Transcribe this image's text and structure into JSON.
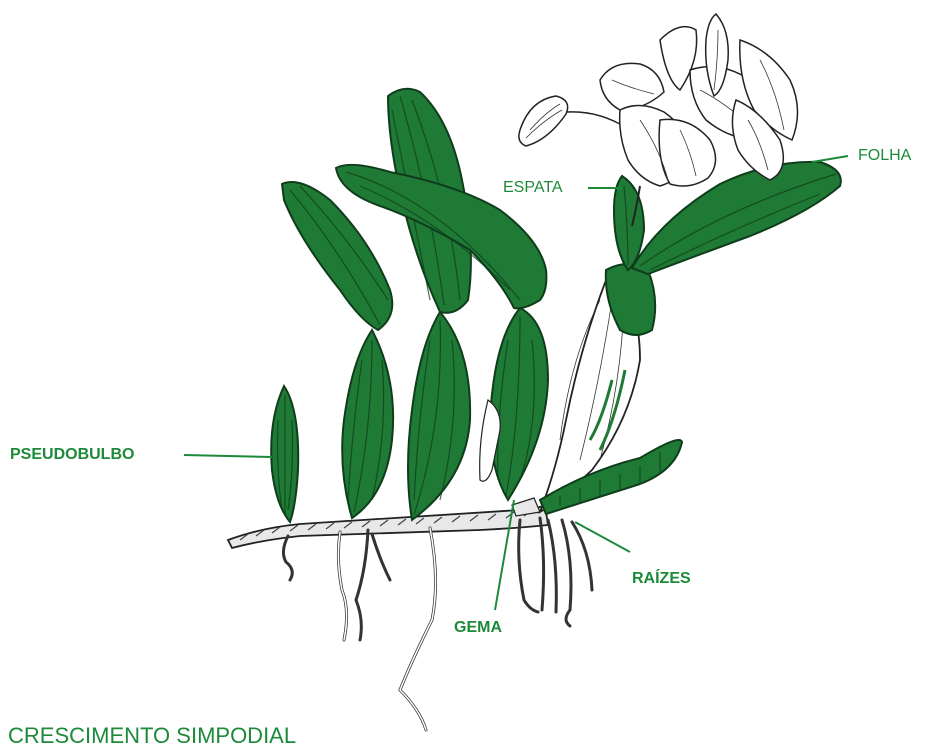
{
  "labels": {
    "folha": "FOLHA",
    "espata": "ESPATA",
    "pseudobulbo": "PSEUDOBULBO",
    "raizes": "RAÍZES",
    "gema": "GEMA"
  },
  "caption": "CRESCIMENTO SIMPODIAL",
  "colors": {
    "leaf": "#1f7a35",
    "leaf_dark": "#0f3d1c",
    "label": "#1d8a3a",
    "outline": "#222222"
  }
}
